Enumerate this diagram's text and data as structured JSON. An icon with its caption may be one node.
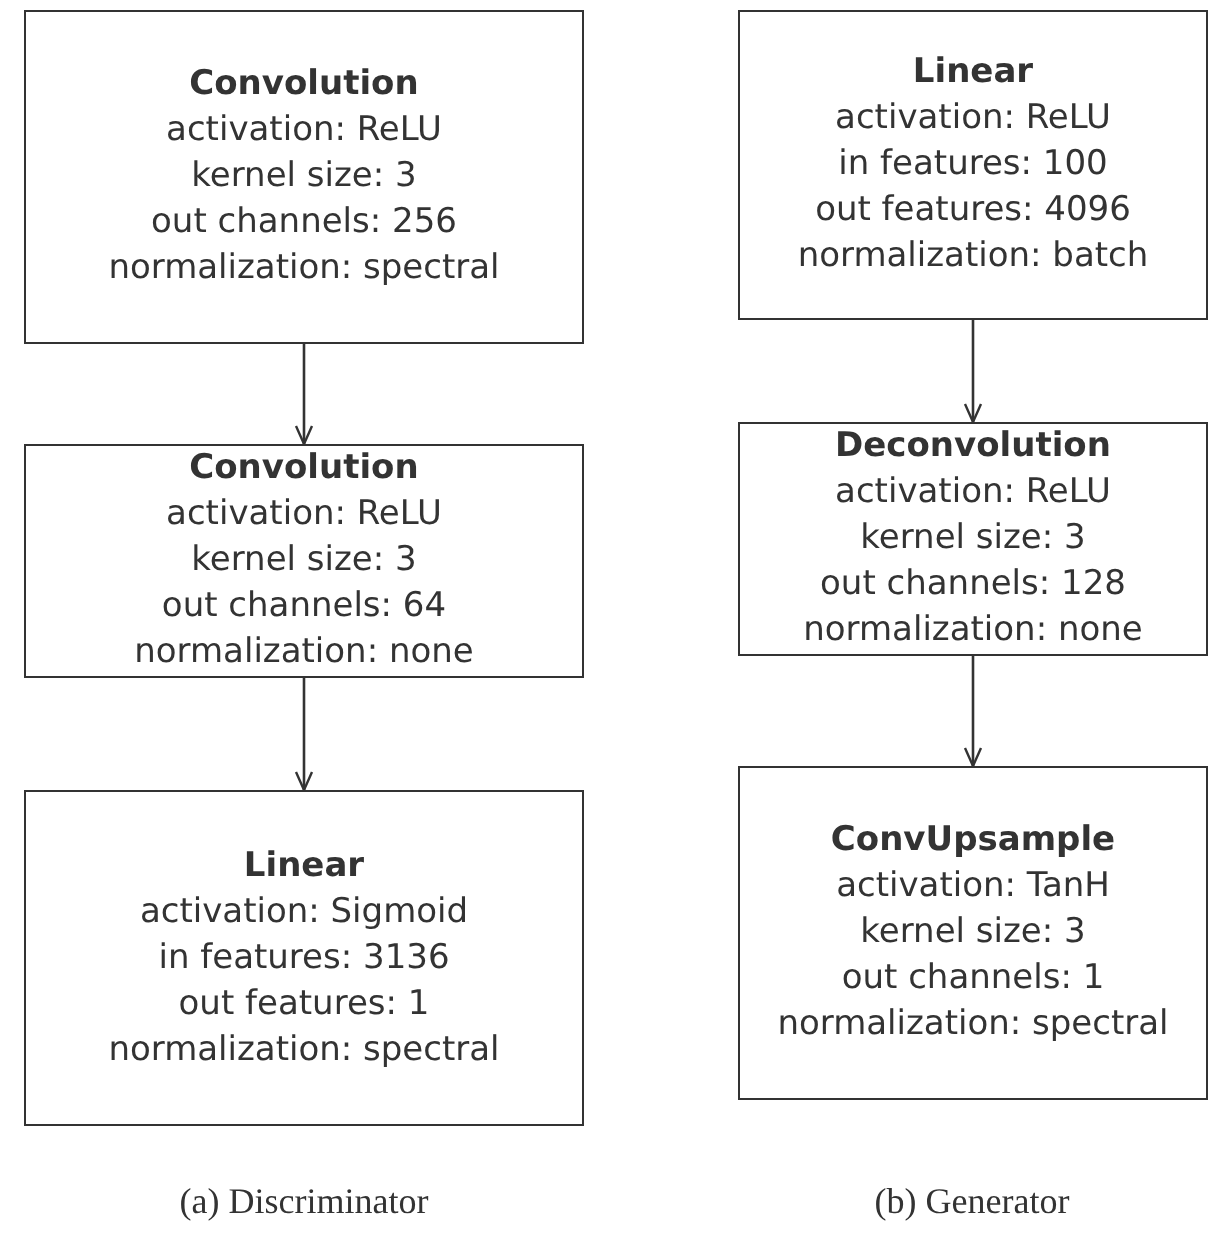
{
  "diagram": {
    "nodes": [
      {
        "text": [
          "Convolution",
          "activation: ReLU",
          "kernel size: 3",
          "out channels: 256",
          "normalization: spectral"
        ]
      },
      {
        "text": [
          "Convolution",
          "activation: ReLU",
          "kernel size: 3",
          "out channels: 64",
          "normalization: none"
        ]
      },
      {
        "text": [
          "Linear",
          "activation: Sigmoid",
          "in features: 3136",
          "out features: 1",
          "normalization: spectral"
        ]
      },
      {
        "text": [
          "Linear",
          "activation: ReLU",
          "in features: 100",
          "out features: 4096",
          "normalization: batch"
        ]
      },
      {
        "text": [
          "Deconvolution",
          "activation: ReLU",
          "kernel size: 3",
          "out channels: 128",
          "normalization: none"
        ]
      },
      {
        "text": [
          "ConvUpsample",
          "activation: TanH",
          "kernel size: 3",
          "out channels: 1",
          "normalization: spectral"
        ]
      }
    ],
    "edges": [
      {
        "from": 0,
        "to": 1,
        "arrow": "to"
      },
      {
        "from": 1,
        "to": 2,
        "arrow": "to"
      },
      {
        "from": 3,
        "to": 4,
        "arrow": "to"
      },
      {
        "from": 4,
        "to": 5,
        "arrow": "to"
      }
    ],
    "labels": [
      "(a) Discriminator",
      "(b) Generator"
    ]
  }
}
